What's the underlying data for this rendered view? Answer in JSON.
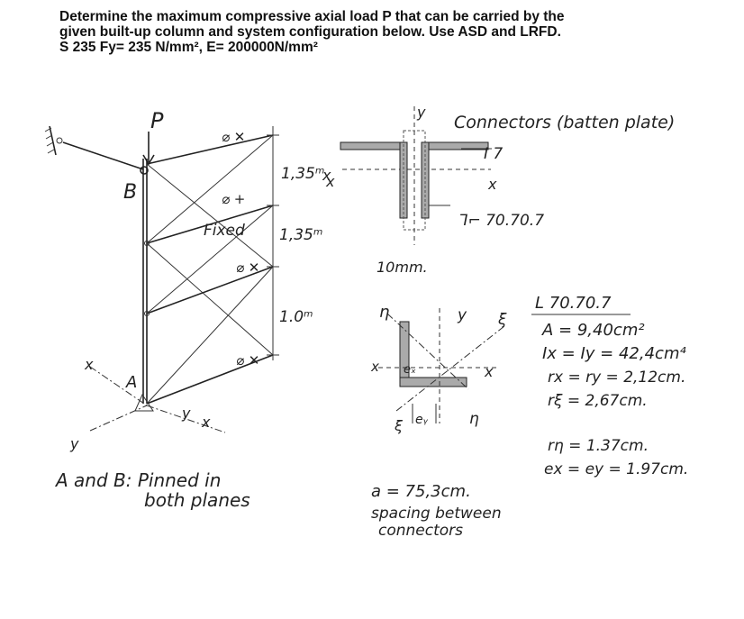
{
  "problem": {
    "line1": "Determine the maximum compressive axial load P that can be carried by the",
    "line2": "given built-up column and system configuration below. Use ASD and LRFD.",
    "line3": "S 235  Fy= 235 N/mm², E= 200000N/mm²"
  },
  "elevation": {
    "load_label": "P",
    "node_b": "B",
    "node_a": "A",
    "seg1_length": "1,35ᵐ",
    "seg2_length": "1,35ᵐ",
    "seg3_length": "1.0ᵐ",
    "fixed_label": "Fixed",
    "axis_x": "x",
    "axis_y": "y",
    "support_note_line1": "A and B: Pinned in",
    "support_note_line2": "both planes"
  },
  "section": {
    "axis_y": "y",
    "axis_x": "x",
    "connectors_label": "Connectors (batten plate)",
    "batten_size": "I 7",
    "angle_label": "⅂⌐ 70.70.7",
    "gap_label": "10mm."
  },
  "single_angle": {
    "eta": "η",
    "xi": "ξ",
    "y": "y",
    "x": "x",
    "ex": "eₓ",
    "ey": "eᵧ"
  },
  "spacing": {
    "value": "a = 75,3cm.",
    "note_line1": "spacing between",
    "note_line2": "connectors"
  },
  "properties": {
    "title": "L 70.70.7",
    "area": "A = 9,40cm²",
    "inertia": "Ix = Iy = 42,4cm⁴",
    "radius_xy": "rx = ry = 2,12cm.",
    "radius_xi": "rξ = 2,67cm.",
    "radius_eta": "rη = 1.37cm.",
    "eccentricity": "ex = ey = 1.97cm."
  }
}
